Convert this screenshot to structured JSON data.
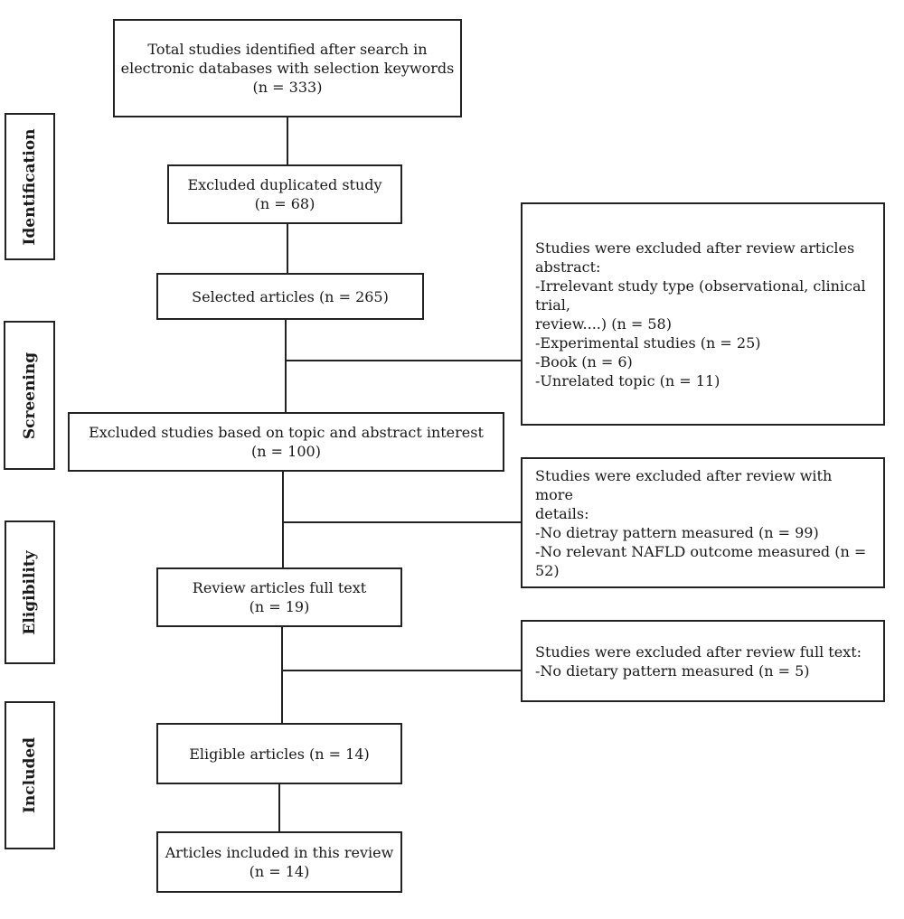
{
  "stages": {
    "identification": "Identification",
    "screening": "Screening",
    "eligibility": "Eligibility",
    "included": "Included"
  },
  "boxes": {
    "total": [
      "Total studies identified after search in",
      "electronic databases with selection keywords",
      "(n = 333)"
    ],
    "duplicated": [
      "Excluded duplicated study",
      "(n = 68)"
    ],
    "selected": [
      "Selected articles (n = 265)"
    ],
    "excluded_topic": [
      "Excluded studies based on topic and abstract interest",
      "(n = 100)"
    ],
    "review_full": [
      "Review articles full text",
      "(n = 19)"
    ],
    "eligible": [
      "Eligible articles (n = 14)"
    ],
    "included": [
      "Articles included in this review",
      "(n = 14)"
    ]
  },
  "side_boxes": {
    "abstract_exclusion": [
      "Studies were excluded after review articles",
      "abstract:",
      "-Irrelevant study type (observational, clinical trial,",
      "review....) (n = 58)",
      "-Experimental studies (n = 25)",
      "-Book (n = 6)",
      "-Unrelated topic (n = 11)"
    ],
    "detail_exclusion": [
      "Studies were excluded after review with more",
      "details:",
      "-No dietray pattern measured (n = 99)",
      "-No relevant NAFLD outcome measured (n = 52)"
    ],
    "fulltext_exclusion": [
      "Studies were excluded after review full text:",
      "-No dietary pattern measured (n = 5)"
    ]
  }
}
